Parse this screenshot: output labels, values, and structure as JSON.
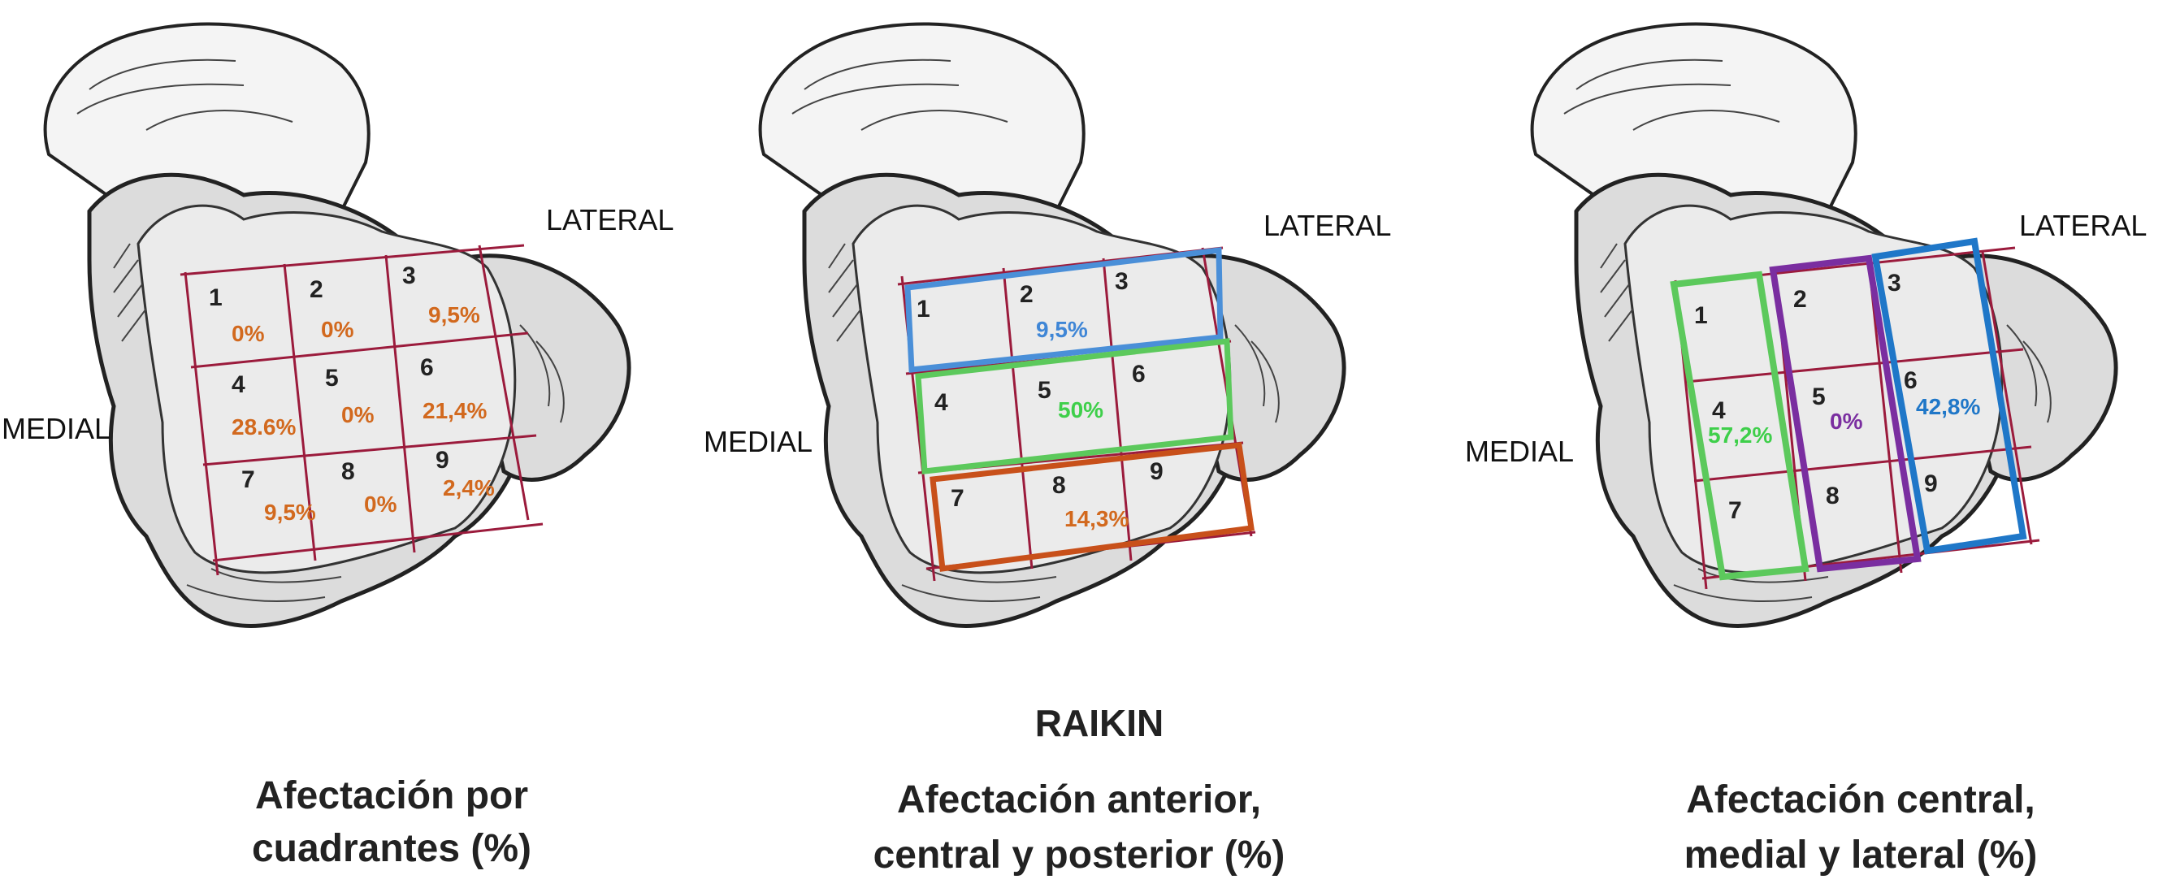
{
  "colors": {
    "grid": "#9b1b3c",
    "orange": "#d2691e",
    "blue": "#1f77c8",
    "green": "#3ecf4a",
    "purple": "#7a2ea0",
    "dark_orange": "#c8501a"
  },
  "center_title": "RAIKIN",
  "panels": [
    {
      "lateral": "LATERAL",
      "medial": "MEDIAL",
      "caption_line1": "Afectación por",
      "caption_line2": "cuadrantes (%)",
      "cells": [
        "1",
        "2",
        "3",
        "4",
        "5",
        "6",
        "7",
        "8",
        "9"
      ],
      "values": [
        "0%",
        "0%",
        "9,5%",
        "28.6%",
        "0%",
        "21,4%",
        "9,5%",
        "0%",
        "2,4%"
      ]
    },
    {
      "lateral": "LATERAL",
      "medial": "MEDIAL",
      "caption_line1": "Afectación anterior,",
      "caption_line2": "central y posterior (%)",
      "cells": [
        "1",
        "2",
        "3",
        "4",
        "5",
        "6",
        "7",
        "8",
        "9"
      ],
      "values": [
        "9,5%",
        "50%",
        "14,3%"
      ]
    },
    {
      "lateral": "LATERAL",
      "medial": "MEDIAL",
      "caption_line1": "Afectación central,",
      "caption_line2": "medial y lateral (%)",
      "cells": [
        "1",
        "2",
        "3",
        "4",
        "5",
        "6",
        "7",
        "8",
        "9"
      ],
      "values": [
        "57,2%",
        "0%",
        "42,8%"
      ]
    }
  ]
}
